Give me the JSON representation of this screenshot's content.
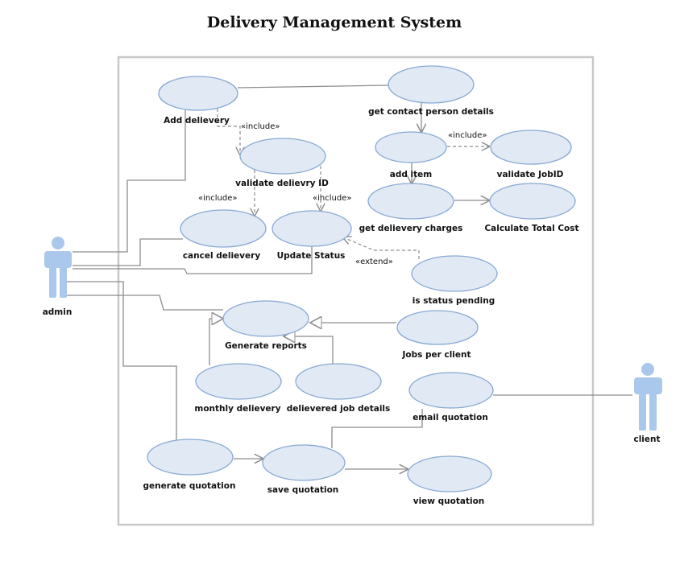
{
  "title": "Delivery Management System",
  "actors": {
    "admin": "admin",
    "client": "client"
  },
  "use_cases": {
    "add_delievery": "Add delievery",
    "get_contact_person_details": "get contact person details",
    "validate_delievry_id": "validate delievry ID",
    "add_item": "add item",
    "validate_jobid": "validate JobID",
    "get_delievery_charges": "get delievery charges",
    "calculate_total_cost": "Calculate Total Cost",
    "cancel_delievery": "cancel delievery",
    "update_status": "Update Status",
    "is_status_pending": "is status pending",
    "generate_reports": "Generate reports",
    "jobs_per_client": "Jobs per client",
    "monthly_delievery": "monthly delievery",
    "delievered_job_details": "delievered job details",
    "email_quotation": "email quotation",
    "generate_quotation": "generate quotation",
    "save_quotation": "save quotation",
    "view_quotation": "view quotation"
  },
  "stereotypes": {
    "include": "«include»",
    "extend": "«extend»"
  },
  "colors": {
    "use_case_fill": "#e1e9f5",
    "use_case_stroke": "#87a9d3",
    "actor": "#a9c8ec",
    "line": "#8c8c8c",
    "boundary": "#c8c8c8"
  }
}
